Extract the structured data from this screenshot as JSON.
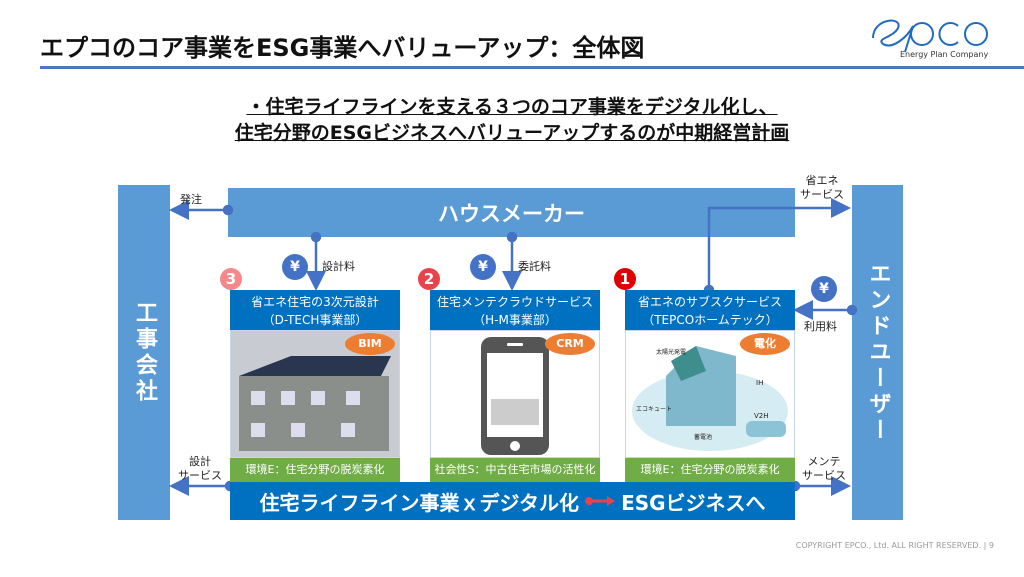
{
  "title": "エプコのコア事業をESG事業へバリューアップ：全体図",
  "logo": {
    "text": "epco",
    "tagline": "Energy Plan Company"
  },
  "subtitle": {
    "line1": "・住宅ライフラインを支える３つのコア事業をデジタル化し、",
    "line2": "住宅分野のESGビジネスへバリューアップするのが中期経営計画"
  },
  "left_bar": "工事会社",
  "right_bar": "エンドユーザー",
  "house_maker": "ハウスメーカー",
  "labels": {
    "order": "発注",
    "design_fee": "設計料",
    "consign_fee": "委託料",
    "usage_fee": "利用料",
    "energy_service_1": "省エネ",
    "energy_service_2": "サービス",
    "design_service_1": "設計",
    "design_service_2": "サービス",
    "maint_service_1": "メンテ",
    "maint_service_2": "サービス",
    "yen": "¥"
  },
  "cards": [
    {
      "num": "3",
      "color": "#f4888a",
      "title": "省エネ住宅の3次元設計",
      "dept": "（D-TECH事業部）",
      "pill": "BIM",
      "esg": "環境E：住宅分野の脱炭素化"
    },
    {
      "num": "2",
      "color": "#e8434b",
      "title": "住宅メンテクラウドサービス",
      "dept": "（H-M事業部）",
      "pill": "CRM",
      "esg": "社会性S：中古住宅市場の活性化"
    },
    {
      "num": "1",
      "color": "#e00000",
      "title": "省エネのサブスクサービス",
      "dept": "（TEPCOホームテック）",
      "pill": "電化",
      "esg": "環境E：住宅分野の脱炭素化"
    }
  ],
  "diagram_labels": [
    "太陽光発電",
    "IH",
    "V2H",
    "エコキュート",
    "蓄電池"
  ],
  "bottom": {
    "left": "住宅ライフライン事業ｘデジタル化",
    "right": "ESGビジネスへ"
  },
  "footer": "COPYRIGHT EPCO., Ltd. ALL RIGHT RESERVED.   |    9"
}
